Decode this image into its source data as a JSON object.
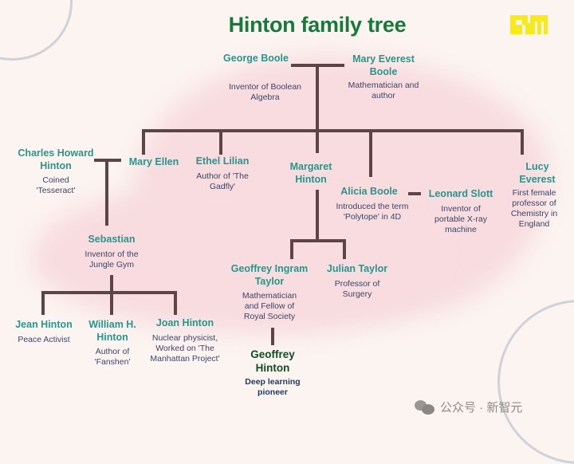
{
  "title": "Hinton family tree",
  "logo": "AIM",
  "watermark": {
    "icon": "wechat-icon",
    "text": "公众号 · 新智元"
  },
  "colors": {
    "title": "#177a3a",
    "name": "#2a958a",
    "description": "#3b4566",
    "highlight_name": "#0f4d22",
    "line": "#5d4547",
    "blob": "#f8dcdf",
    "background": "#fcf4f1",
    "logo": "#f7e91a"
  },
  "people": {
    "george_boole": {
      "name": "George Boole",
      "desc": "Inventor of Boolean Algebra"
    },
    "mary_everest_boole": {
      "name": "Mary Everest Boole",
      "desc": "Mathematician and author"
    },
    "charles_howard_hinton": {
      "name": "Charles Howard Hinton",
      "desc": "Coined 'Tesseract'"
    },
    "mary_ellen": {
      "name": "Mary Ellen",
      "desc": ""
    },
    "ethel_lilian": {
      "name": "Ethel Lilian",
      "desc": "Author of 'The Gadfly'"
    },
    "margaret_hinton": {
      "name": "Margaret Hinton",
      "desc": ""
    },
    "alicia_boole": {
      "name": "Alicia Boole",
      "desc": "Introduced the term 'Polytope' in 4D"
    },
    "leonard_slott": {
      "name": "Leonard Slott",
      "desc": "Inventor of portable X-ray machine"
    },
    "lucy_everest": {
      "name": "Lucy Everest",
      "desc": "First female professor of Chemistry in England"
    },
    "sebastian": {
      "name": "Sebastian",
      "desc": "Inventor of the Jungle Gym"
    },
    "geoffrey_ingram_taylor": {
      "name": "Geoffrey Ingram Taylor",
      "desc": "Mathematician and Fellow of Royal Society"
    },
    "julian_taylor": {
      "name": "Julian Taylor",
      "desc": "Professor of Surgery"
    },
    "jean_hinton": {
      "name": "Jean Hinton",
      "desc": "Peace Activist"
    },
    "william_h_hinton": {
      "name": "William H. Hinton",
      "desc": "Author of 'Fanshen'"
    },
    "joan_hinton": {
      "name": "Joan Hinton",
      "desc": "Nuclear physicist, Worked on 'The Manhattan Project'"
    },
    "geoffrey_hinton": {
      "name": "Geoffrey Hinton",
      "desc": "Deep learning pioneer"
    }
  }
}
